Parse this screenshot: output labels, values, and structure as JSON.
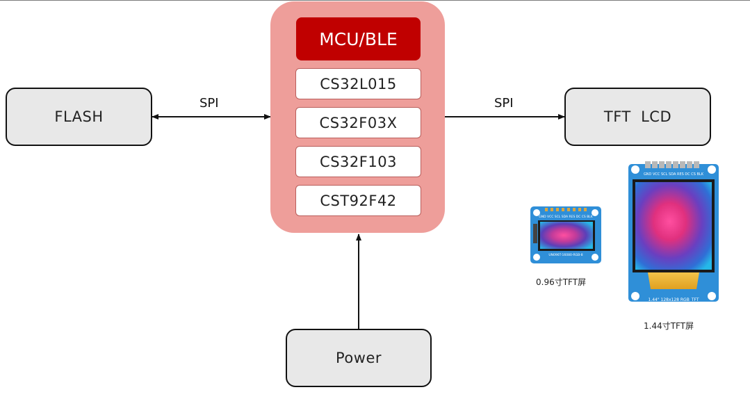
{
  "diagram": {
    "flash": {
      "label": "FLASH"
    },
    "mcu": {
      "title": "MCU/BLE",
      "chips": [
        "CS32L015",
        "CS32F03X",
        "CS32F103",
        "CST92F42"
      ]
    },
    "tft": {
      "label": "TFT  LCD"
    },
    "power": {
      "label": "Power"
    },
    "links": {
      "left": "SPI",
      "right": "SPI"
    }
  },
  "lcd_small": {
    "pin_labels": "GND VCC SCL SDA RES DC CS BLK",
    "model": "UN096T-16080-RGB-8",
    "caption": "0.96寸TFT屏"
  },
  "lcd_large": {
    "pin_labels": "GND VCC SCL SDA RES DC CS BLK",
    "model": "1.44\" 128x128 RGB_TFT",
    "caption": "1.44寸TFT屏"
  },
  "colors": {
    "mcu_panel": "#ee9e9a",
    "mcu_header": "#c00000",
    "box_fill": "#e8e8e8",
    "pcb_blue": "#2f8fd8"
  }
}
